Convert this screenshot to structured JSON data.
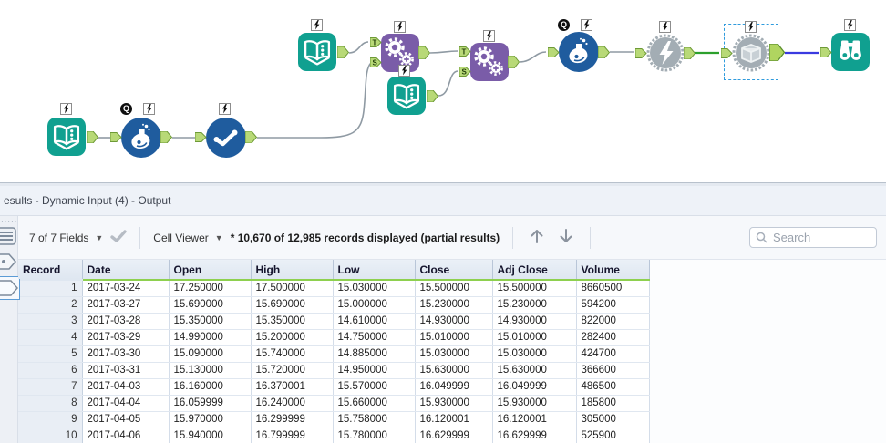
{
  "panel": {
    "title": "esults - Dynamic Input (4) - Output",
    "toolbar": {
      "fields_dropdown": "7 of 7 Fields",
      "cell_viewer_dropdown": "Cell Viewer",
      "record_status": "* 10,670 of 12,985 records displayed (partial results)",
      "search_placeholder": "Search"
    }
  },
  "workflow": {
    "anchor_label_t": "T",
    "anchor_label_s": "S",
    "tools": [
      "input-data",
      "dynamic-input",
      "unique",
      "input-data",
      "macro-gears",
      "input-data",
      "macro-gears",
      "dynamic-input",
      "macro-lightning",
      "macro-book (selected)",
      "browse"
    ]
  },
  "table": {
    "columns": [
      "Record",
      "Date",
      "Open",
      "High",
      "Low",
      "Close",
      "Adj Close",
      "Volume"
    ],
    "rows": [
      [
        "1",
        "2017-03-24",
        "17.250000",
        "17.500000",
        "15.030000",
        "15.500000",
        "15.500000",
        "8660500"
      ],
      [
        "2",
        "2017-03-27",
        "15.690000",
        "15.690000",
        "15.000000",
        "15.230000",
        "15.230000",
        "594200"
      ],
      [
        "3",
        "2017-03-28",
        "15.350000",
        "15.350000",
        "14.610000",
        "14.930000",
        "14.930000",
        "822000"
      ],
      [
        "4",
        "2017-03-29",
        "14.990000",
        "15.200000",
        "14.750000",
        "15.010000",
        "15.010000",
        "282400"
      ],
      [
        "5",
        "2017-03-30",
        "15.090000",
        "15.740000",
        "14.885000",
        "15.030000",
        "15.030000",
        "424700"
      ],
      [
        "6",
        "2017-03-31",
        "15.130000",
        "15.720000",
        "14.950000",
        "15.630000",
        "15.630000",
        "366600"
      ],
      [
        "7",
        "2017-04-03",
        "16.160000",
        "16.370001",
        "15.570000",
        "16.049999",
        "16.049999",
        "486500"
      ],
      [
        "8",
        "2017-04-04",
        "16.059999",
        "16.240000",
        "15.660000",
        "15.930000",
        "15.930000",
        "185800"
      ],
      [
        "9",
        "2017-04-05",
        "15.970000",
        "16.299999",
        "15.758000",
        "16.120001",
        "16.120001",
        "305000"
      ],
      [
        "10",
        "2017-04-06",
        "15.940000",
        "16.799999",
        "15.780000",
        "16.629999",
        "16.629999",
        "525900"
      ]
    ]
  },
  "colors": {
    "teal_tool": "#10a090",
    "blue_tool": "#1f5c9e",
    "purple_tool": "#7a5ca8",
    "gray_tool": "#a3adb4",
    "anchor_green": "#b8d977",
    "anchor_border": "#6e9a37",
    "wire_gray": "#8f9aa3",
    "wire_green": "#2ca02c",
    "wire_blue": "#3a3ae0",
    "header_underline": "#8ed04f",
    "selection_dash": "#2f9bdd"
  }
}
